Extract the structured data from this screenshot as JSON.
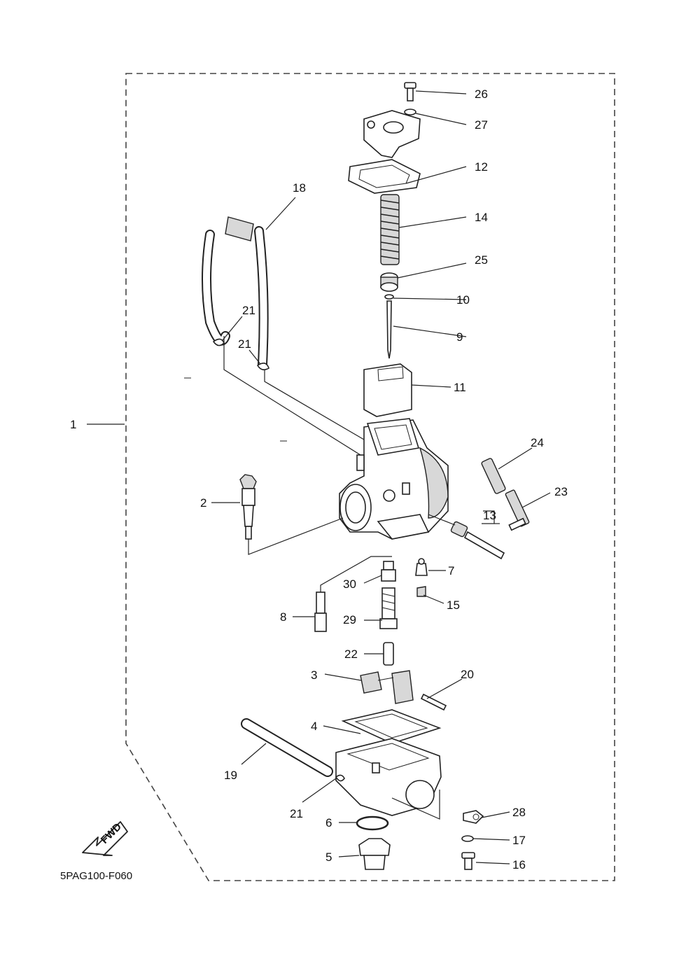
{
  "diagram_code": "5PAG100-F060",
  "fwd_label": "FWD",
  "labels": {
    "l1": "1",
    "l2": "2",
    "l3": "3",
    "l4": "4",
    "l5": "5",
    "l6": "6",
    "l7": "7",
    "l8": "8",
    "l9": "9",
    "l10": "10",
    "l11": "11",
    "l12": "12",
    "l13": "13",
    "l14": "14",
    "l15": "15",
    "l16": "16",
    "l17": "17",
    "l18": "18",
    "l19": "19",
    "l20": "20",
    "l21a": "21",
    "l21b": "21",
    "l21c": "21",
    "l22": "22",
    "l23": "23",
    "l24": "24",
    "l25": "25",
    "l26": "26",
    "l27": "27",
    "l28": "28",
    "l29": "29",
    "l30": "30"
  }
}
